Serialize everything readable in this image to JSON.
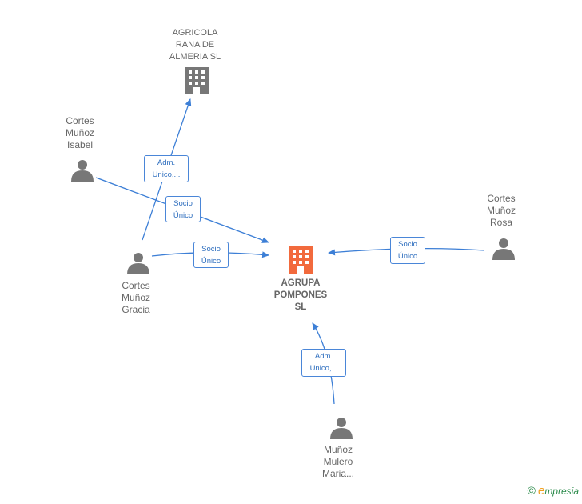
{
  "nodes": {
    "agricola": {
      "label": "AGRICOLA\nRANA DE\nALMERIA  SL",
      "icon": "building-icon"
    },
    "agrupa": {
      "label": "AGRUPA\nPOMPONES\nSL",
      "icon": "building-icon"
    },
    "isabel": {
      "label": "Cortes\nMuñoz\nIsabel",
      "icon": "person-icon"
    },
    "gracia": {
      "label": "Cortes\nMuñoz\nGracia",
      "icon": "person-icon"
    },
    "rosa": {
      "label": "Cortes\nMuñoz\nRosa",
      "icon": "person-icon"
    },
    "maria": {
      "label": "Muñoz\nMulero\nMaria...",
      "icon": "person-icon"
    }
  },
  "relations": {
    "gracia_agricola": "Adm.\nUnico,...",
    "isabel_agrupa": "Socio\nÚnico",
    "gracia_agrupa": "Socio\nÚnico",
    "rosa_agrupa": "Socio\nÚnico",
    "maria_agrupa": "Adm.\nUnico,..."
  },
  "colors": {
    "edge": "#3d7fd6",
    "company_gray": "#777777",
    "company_main": "#f26a3d",
    "person": "#777777"
  },
  "brand": {
    "copyright": "©",
    "initial": "e",
    "name": "mpresia"
  }
}
